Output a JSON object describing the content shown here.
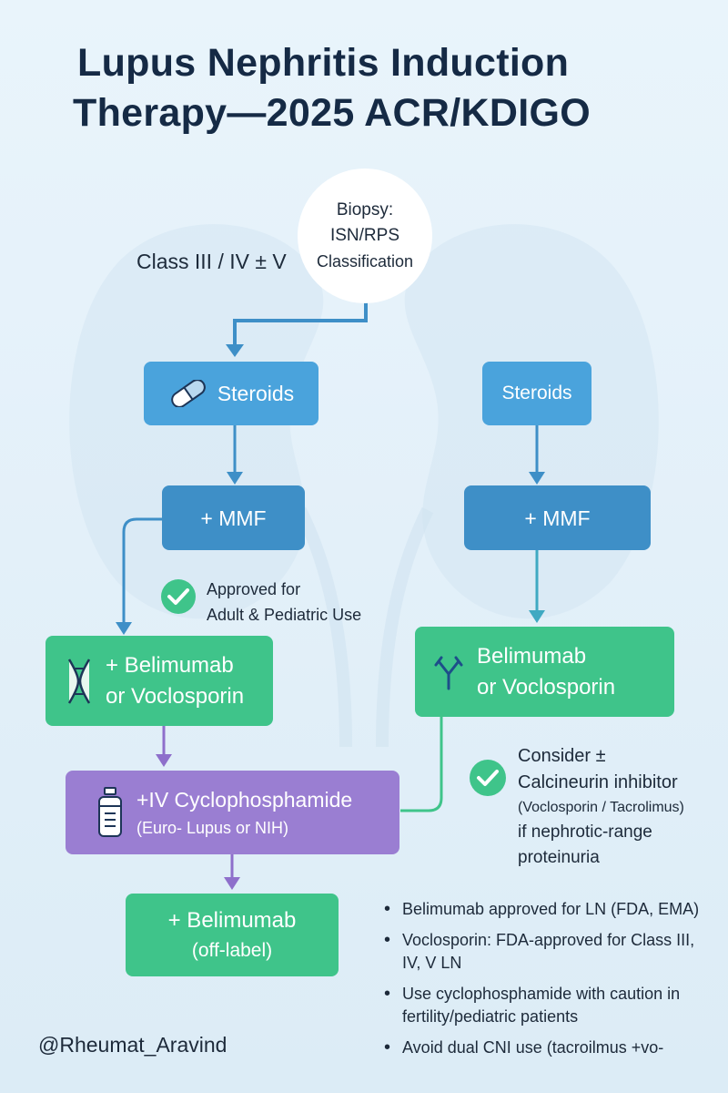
{
  "title": {
    "line1": "Lupus Nephritis Induction",
    "line2": "Therapy—2025 ACR/KDIGO"
  },
  "biopsy": {
    "line1": "Biopsy:",
    "line2": "ISN/RPS",
    "line3": "Classification"
  },
  "class_label": "Class III / IV ± V",
  "left_path": {
    "steroids": "Steroids",
    "mmf": "+ MMF",
    "approved_note": {
      "line1": "Approved for",
      "line2": "Adult & Pediatric Use"
    },
    "belimumab": {
      "line1": "+ Belimumab",
      "line2": "or Voclosporin"
    },
    "cyclophosphamide": {
      "line1": "+IV Cyclophosphamide",
      "line2": "(Euro- Lupus or NIH)"
    },
    "belimumab_offlabel": {
      "line1": "+ Belimumab",
      "line2": "(off-label)"
    }
  },
  "right_path": {
    "steroids": "Steroids",
    "mmf": "+ MMF",
    "belimumab": {
      "line1": "Belimumab",
      "line2": "or Voclosporin"
    },
    "consider_note": {
      "line1": "Consider ±",
      "line2": "Calcineurin inhibitor",
      "line3": "(Voclosporin / Tacrolimus)",
      "line4": "if nephrotic-range",
      "line5": "proteinuria"
    }
  },
  "bullets": [
    "Belimumab approved for LN (FDA, EMA)",
    "Voclosporin: FDA-approved for Class III, IV, V LN",
    "Use cyclophosphamide with caution in fertility/pediatric patients",
    "Avoid dual CNI use (tacroilmus +vo-"
  ],
  "handle": "@Rheumat_Aravind",
  "colors": {
    "blue_light": "#4aa3dc",
    "blue_dark": "#3e8fc7",
    "green": "#3fc48a",
    "purple": "#9a7ed2",
    "check_green": "#3fc48a",
    "title": "#152a45"
  },
  "icons": [
    "pill-icon",
    "chromosome-icon",
    "antibody-icon",
    "vial-icon",
    "check-circle-icon"
  ]
}
